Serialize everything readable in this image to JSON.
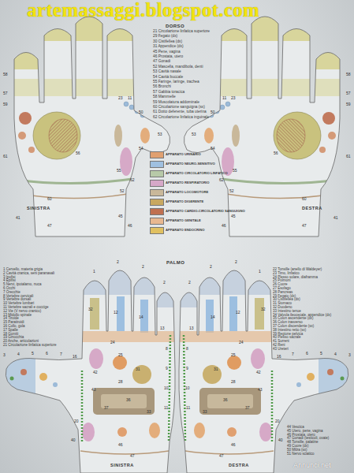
{
  "diagram": {
    "labels": [
      "artemassaggi.blogspot.com",
      "DORSO",
      "21 Circolazione linfatica superiore",
      "29 Fegato (dx)",
      "30 Cistifellea (dx)",
      "31 Appendice (dx)",
      "45 Pene, vagina",
      "46 Prostata, utero",
      "47 Gonadi",
      "52 Mascella, mandibola, denti",
      "53 Cavità nasale",
      "54 Cavità buccale",
      "55 Faringe, laringe, trachea",
      "56 Bronchi",
      "57 Gabbia toracica",
      "58 Mammelle",
      "59 Muscolatura addominale",
      "60 Circolazione sanguigna (sx)",
      "61 Dotto deferente, tuba uterina",
      "62 Circolazione linfatica inguinale",
      "58",
      "57",
      "59",
      "61",
      "56",
      "23",
      "11",
      "50",
      "53",
      "54",
      "55",
      "52",
      "60",
      "62",
      "45",
      "46",
      "47",
      "41",
      "58",
      "57",
      "59",
      "61",
      "56",
      "23",
      "11",
      "50",
      "53",
      "54",
      "55",
      "52",
      "60",
      "62",
      "45",
      "46",
      "47",
      "41",
      "SINISTRA",
      "DESTRA",
      "PALMO",
      "1 Cervello, materia grigia",
      "2 Cavità cranica, seni paranasali",
      "3 Ipofisi",
      "4 Epifisi",
      "5 Nervi, ipotalamo, nuca",
      "6 Occhi",
      "7 Orecchie",
      "8 Vertebre cervicali",
      "9 Vertebre dorsali",
      "10 Vertebre lombari",
      "11 Vertebre sacrali e coccige",
      "12 Vie (V nervo cranico)",
      "13 Midollo spinale",
      "14 Tiroide",
      "15 Paratiroidi",
      "16 Collo, gola",
      "17 Spalle",
      "18 Gomiti",
      "19 Ginocchia",
      "20 Anche, articolazioni",
      "21 Circolazione linfatica superiore",
      "22 Tonsille (anello di Waldeyer)",
      "23 Timo, linfatico",
      "24 Plesso solare, diaframma",
      "25 Polmoni",
      "26 Cuore",
      "27 Esofago",
      "28 Pancreas",
      "29 Fegato (dx)",
      "30 Cistifellea (dx)",
      "31 Stomaco",
      "32 Duodeno",
      "33 Intestino tenue",
      "34 Valvola ileocecale, appendice (dx)",
      "35 Colon ascendente (dx)",
      "36 Colon trasverso",
      "37 Colon discendente (sx)",
      "38 Intestino retto (sx)",
      "39 Regione pelvica",
      "40 Plesso sacrale",
      "41 Surreni",
      "42 Reni",
      "43 Ureteri",
      "44 Vescica",
      "45 Utero, pene, vagina",
      "46 Prostata, utero",
      "47 Gonadi (testicoli, ovaie)",
      "48 Tonsille, palatine",
      "49 Cuore (dx)",
      "50 Milza (sx)",
      "51 Nervo sciatico",
      "1",
      "2",
      "2",
      "2",
      "32",
      "12",
      "14",
      "13",
      "16",
      "3",
      "4",
      "5",
      "6",
      "7",
      "24",
      "25",
      "31",
      "28",
      "42",
      "43",
      "36",
      "37",
      "33",
      "8",
      "9",
      "10",
      "11",
      "20",
      "40",
      "46",
      "47",
      "1",
      "2",
      "2",
      "2",
      "32",
      "12",
      "14",
      "13",
      "16",
      "3",
      "4",
      "5",
      "6",
      "7",
      "24",
      "25",
      "31",
      "28",
      "42",
      "43",
      "36",
      "37",
      "33",
      "8",
      "9",
      "10",
      "11",
      "20",
      "40",
      "46",
      "47",
      "SINISTRA",
      "DESTRA",
      "Annunci.net"
    ],
    "legend": [
      {
        "text": "APPARATO URINARIO",
        "color": "#e0a070"
      },
      {
        "text": "APPARATO NEURO-SENSITIVO",
        "color": "#9fc0e0"
      },
      {
        "text": "APPARATO CIRCOLATORIO LINFATICO",
        "color": "#b7c9a8"
      },
      {
        "text": "APPARATO RESPIRATORIO",
        "color": "#d6a8c8"
      },
      {
        "text": "APPARATO LOCOMOTORE",
        "color": "#c9b89a"
      },
      {
        "text": "APPARATO DIGERENTE",
        "color": "#c8a860"
      },
      {
        "text": "APPARATO CARDIO-CIRCOLATORIO SANGUIGNO",
        "color": "#c07050"
      },
      {
        "text": "APPARATO GENITALE",
        "color": "#e8b890"
      },
      {
        "text": "APPARATO ENDOCRINO",
        "color": "#e0c060"
      }
    ]
  }
}
